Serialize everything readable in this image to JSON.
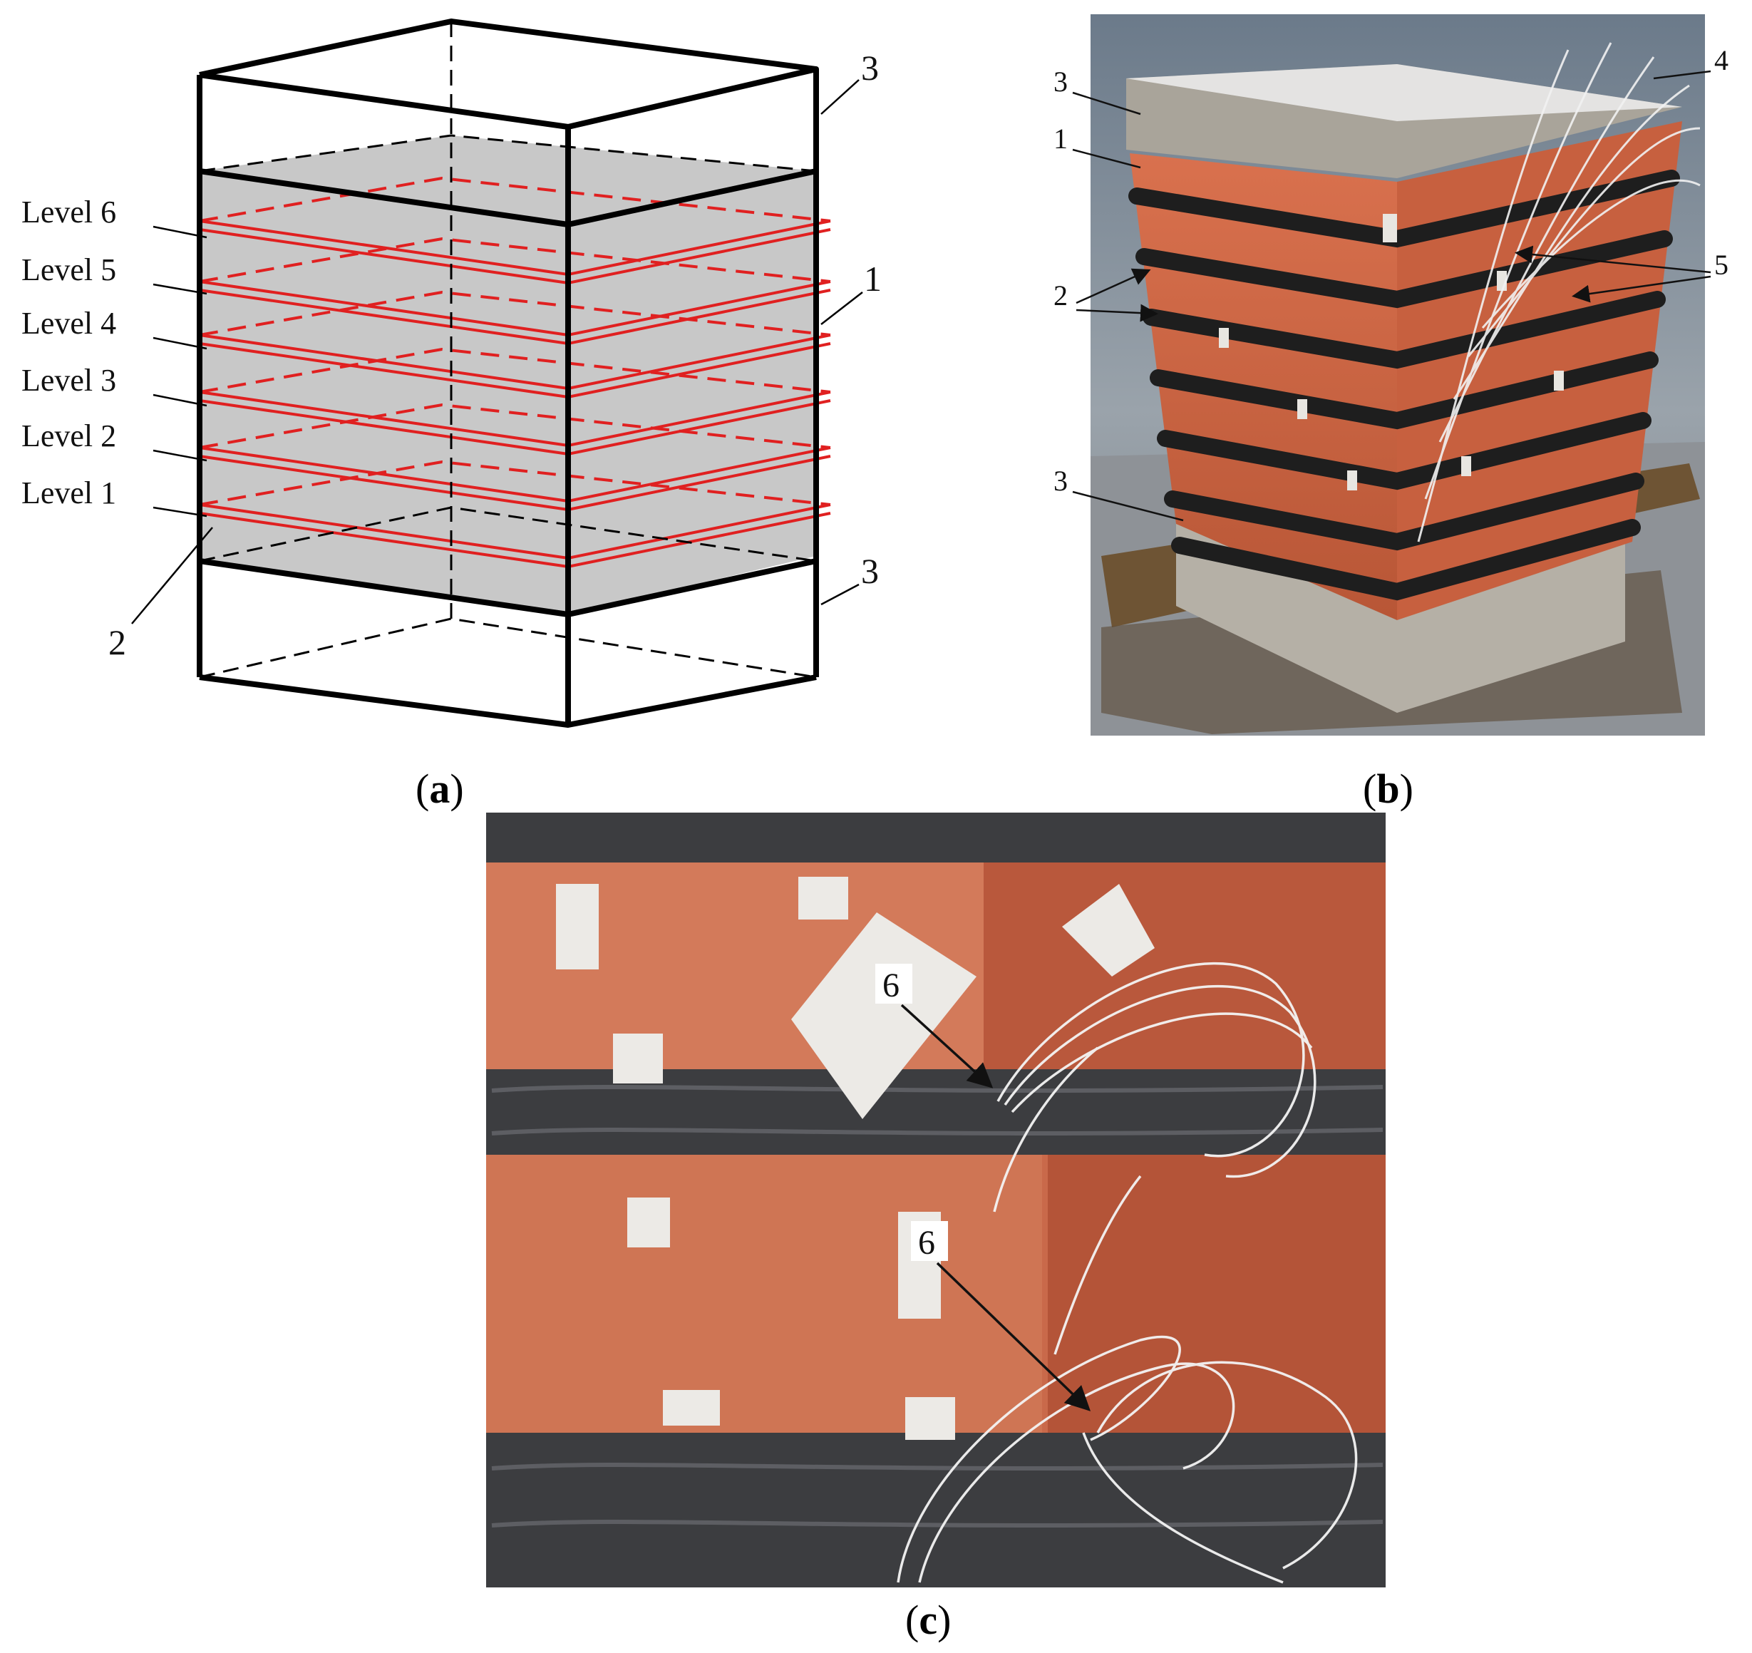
{
  "panel_a": {
    "caption_letter": "a",
    "levels": [
      "Level 6",
      "Level 5",
      "Level 4",
      "Level 3",
      "Level 2",
      "Level 1"
    ],
    "callouts": {
      "top_right": "3",
      "right": "1",
      "bottom_right": "3",
      "bottom_left": "2"
    },
    "colors": {
      "wire": "#e02020",
      "fill": "#c8c8c8",
      "frame": "#000000"
    }
  },
  "panel_b": {
    "caption_letter": "b",
    "callouts": {
      "top_left": "3",
      "mid_left": "1",
      "bands": "2",
      "top_right": "4",
      "right": "5",
      "bottom_left": "3"
    }
  },
  "panel_c": {
    "caption_letter": "c",
    "callouts": {
      "upper": "6",
      "lower": "6"
    }
  }
}
